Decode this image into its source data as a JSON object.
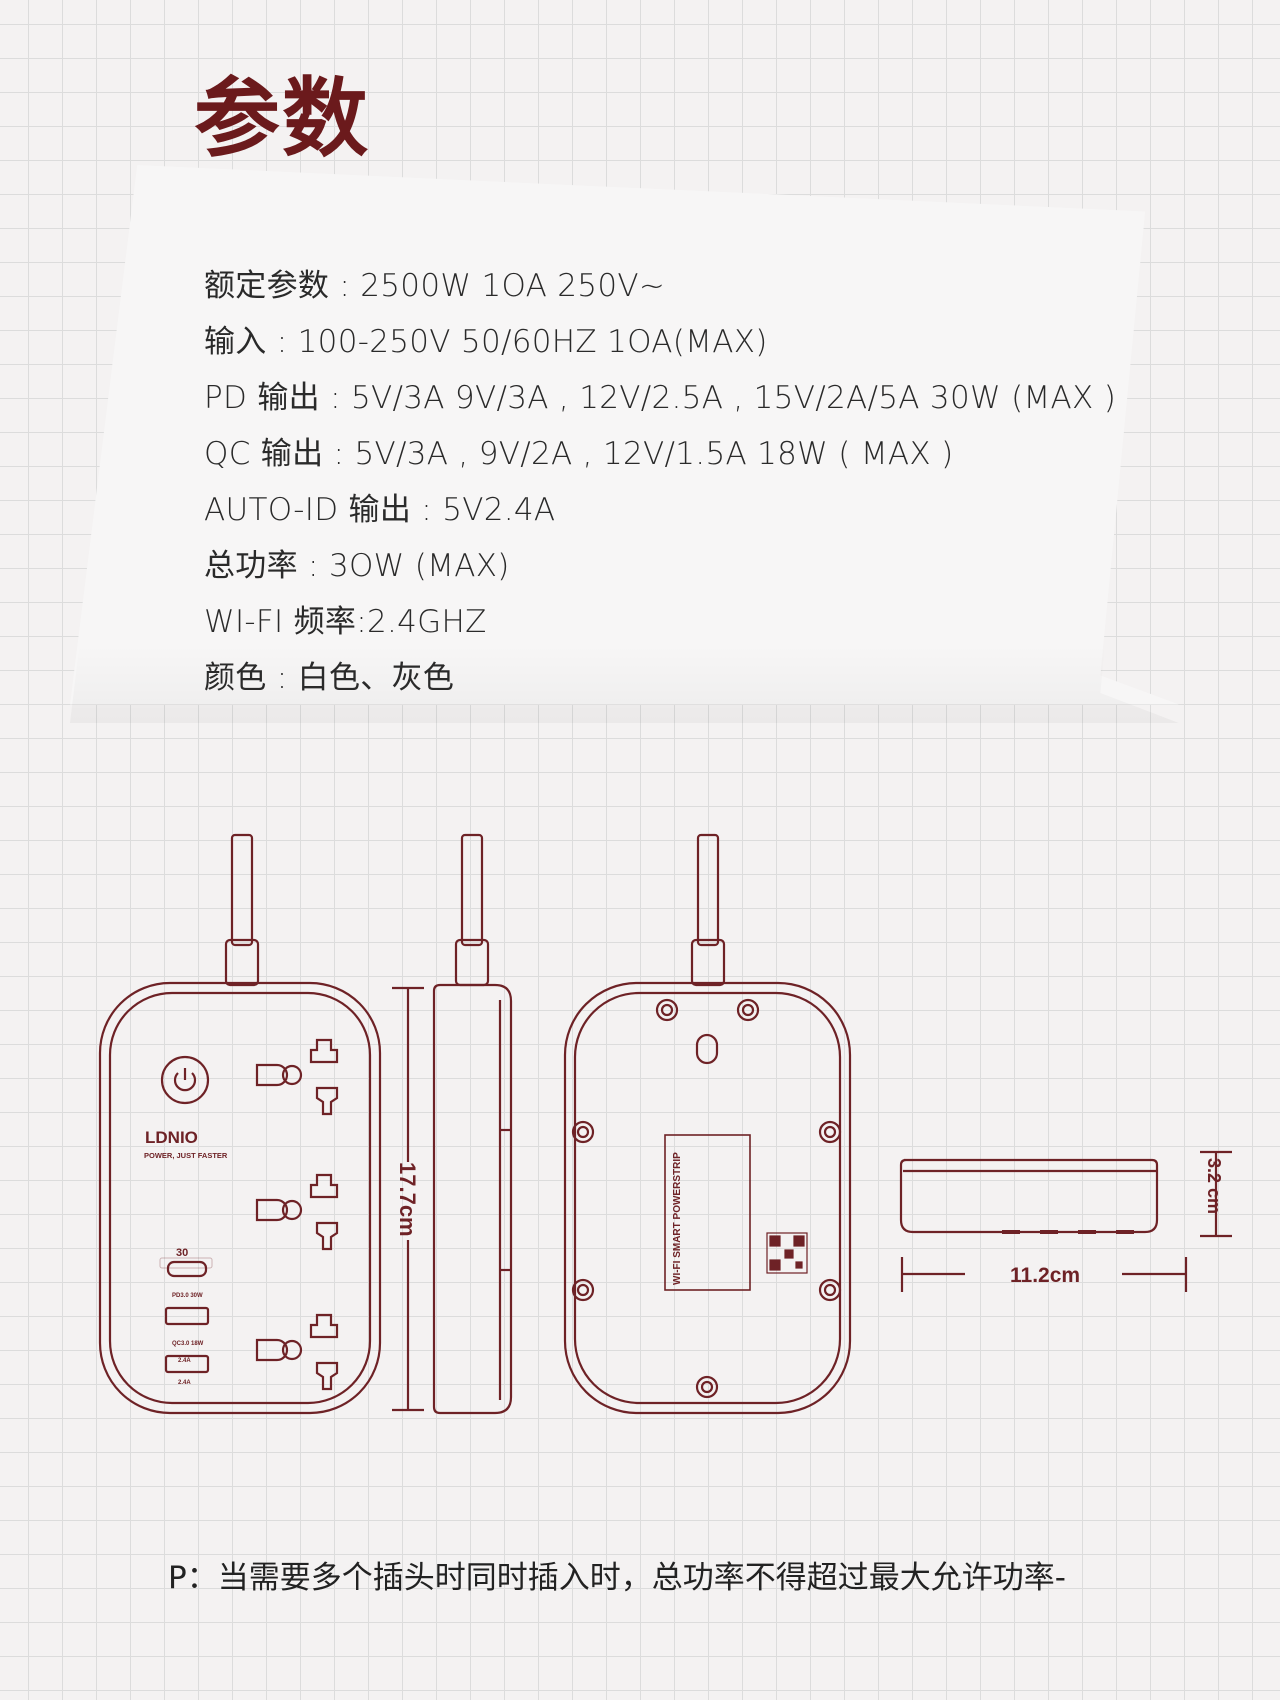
{
  "title": "参数",
  "specs": [
    "额定参数 : 2500W 1OA 250V~",
    "输入 : 100-250V 50/60HZ 1OA(MAX)",
    "PD 输出 : 5V/3A 9V/3A , 12V/2.5A , 15V/2A/5A 30W (MAX )",
    "QC 输出 : 5V/3A , 9V/2A , 12V/1.5A 18W ( MAX )",
    "AUTO-ID 输出 : 5V2.4A",
    "总功率 : 3OW (MAX)",
    "WI-FI 频率:2.4GHZ",
    "颜色 : 白色、灰色"
  ],
  "diagram": {
    "brand": "LDNIO",
    "slogan": "POWER, JUST FASTER",
    "usb_badge": "30",
    "port_labels": [
      "PD3.0 30W",
      "QC3.0 18W",
      "2.4A",
      "2.4A"
    ],
    "label_text": "WI-FI SMART POWERSTRIP",
    "height_dim": "17.7cm",
    "width_dim": "11.2cm",
    "thickness_dim": "3.2 cm"
  },
  "note": "P：当需要多个插头时同时插入时，总功率不得超过最大允许功率-",
  "colors": {
    "accent": "#6b1a1c",
    "line": "#6e2226"
  }
}
